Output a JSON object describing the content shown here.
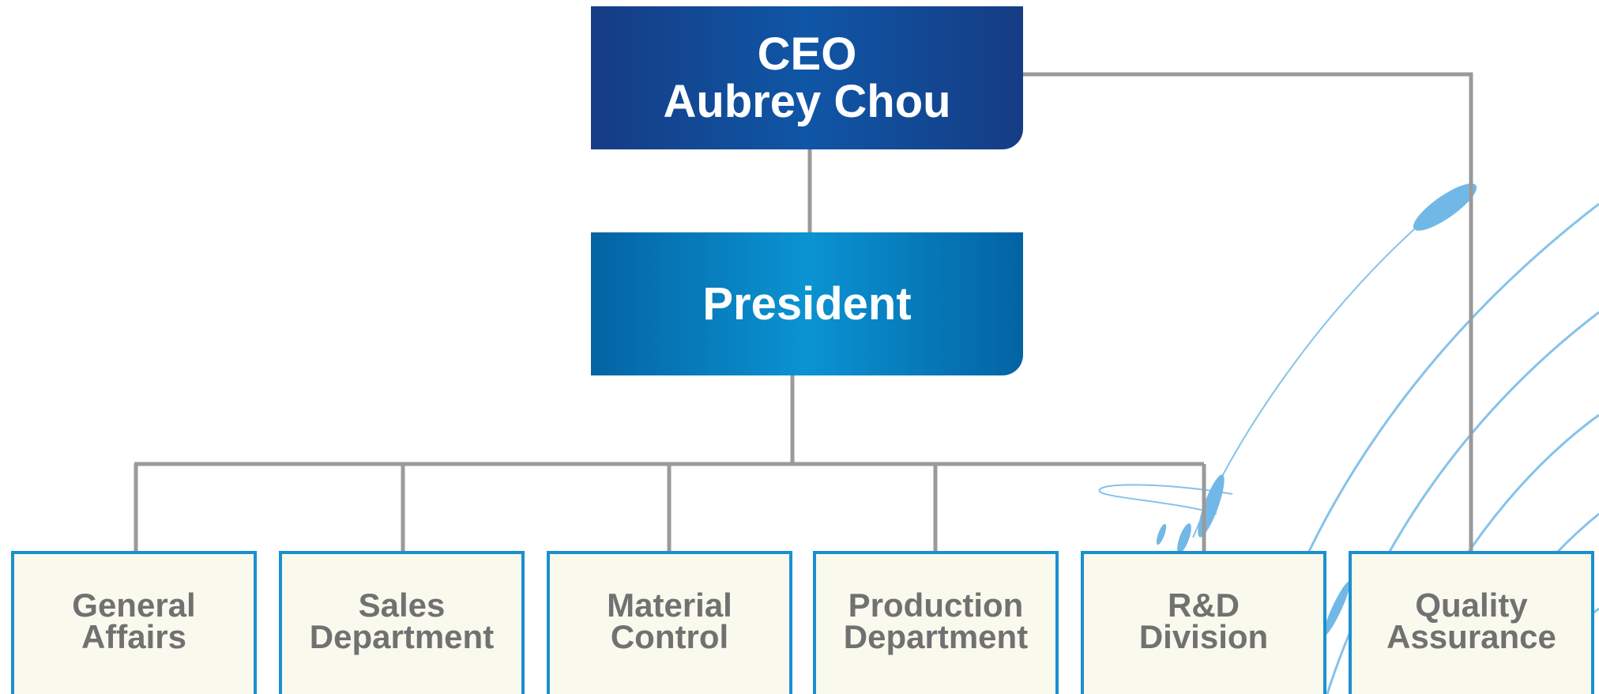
{
  "colors": {
    "ceo_fill": "#163c84",
    "president_fill": "#0b93d2",
    "dept_fill": "#f9f9ee",
    "dept_border": "#1a90cf",
    "dept_text": "#717171",
    "connector": "#9a9a9a",
    "swirl": "#72b8e6"
  },
  "ceo": {
    "title": "CEO",
    "name": "Aubrey Chou"
  },
  "president": {
    "title": "President"
  },
  "departments": [
    {
      "line1": "General",
      "line2": "Affairs"
    },
    {
      "line1": "Sales",
      "line2": "Department"
    },
    {
      "line1": "Material",
      "line2": "Control"
    },
    {
      "line1": "Production",
      "line2": "Department"
    },
    {
      "line1": "R&D",
      "line2": "Division"
    },
    {
      "line1": "Quality",
      "line2": "Assurance"
    }
  ]
}
